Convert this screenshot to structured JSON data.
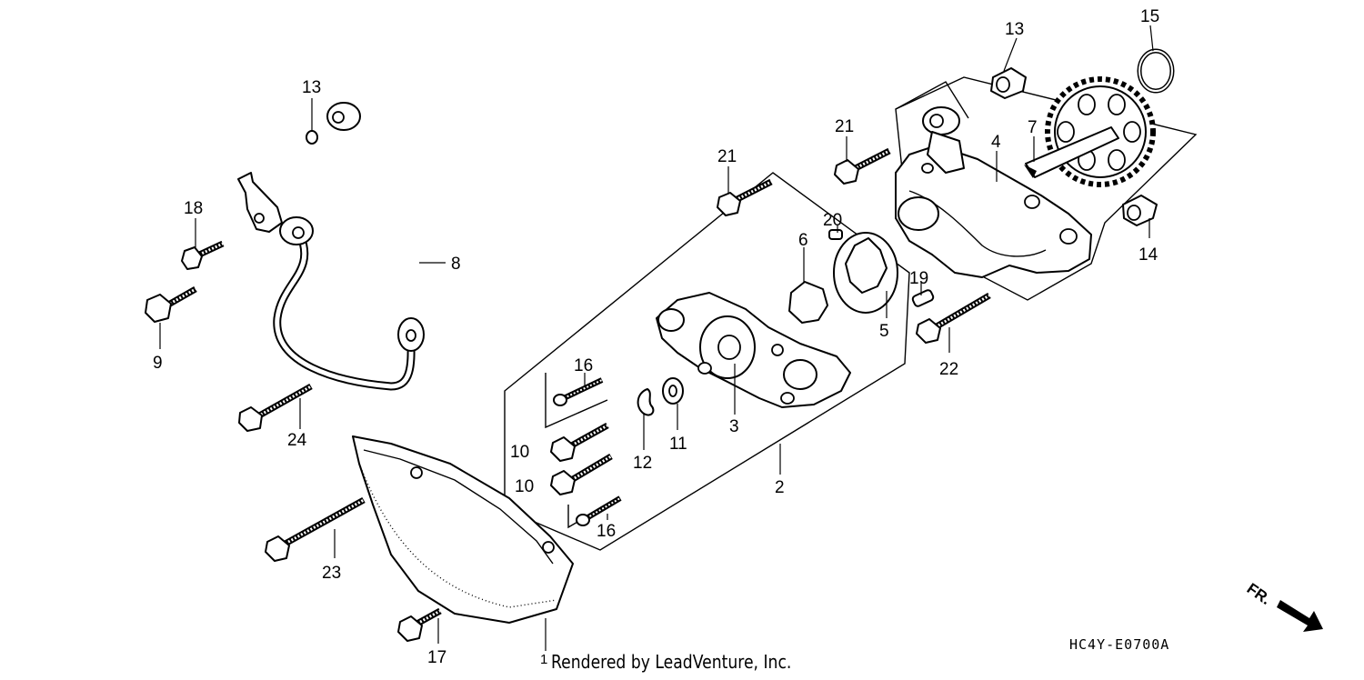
{
  "callouts": [
    {
      "id": "1",
      "label": "1"
    },
    {
      "id": "2",
      "label": "2"
    },
    {
      "id": "3",
      "label": "3"
    },
    {
      "id": "4",
      "label": "4"
    },
    {
      "id": "5",
      "label": "5"
    },
    {
      "id": "6",
      "label": "6"
    },
    {
      "id": "7",
      "label": "7"
    },
    {
      "id": "8",
      "label": "8"
    },
    {
      "id": "9",
      "label": "9"
    },
    {
      "id": "10a",
      "label": "10"
    },
    {
      "id": "10b",
      "label": "10"
    },
    {
      "id": "11",
      "label": "11"
    },
    {
      "id": "12",
      "label": "12"
    },
    {
      "id": "13a",
      "label": "13"
    },
    {
      "id": "13b",
      "label": "13"
    },
    {
      "id": "14",
      "label": "14"
    },
    {
      "id": "15",
      "label": "15"
    },
    {
      "id": "16a",
      "label": "16"
    },
    {
      "id": "16b",
      "label": "16"
    },
    {
      "id": "17",
      "label": "17"
    },
    {
      "id": "18",
      "label": "18"
    },
    {
      "id": "19",
      "label": "19"
    },
    {
      "id": "20",
      "label": "20"
    },
    {
      "id": "21a",
      "label": "21"
    },
    {
      "id": "21b",
      "label": "21"
    },
    {
      "id": "22",
      "label": "22"
    },
    {
      "id": "23",
      "label": "23"
    },
    {
      "id": "24",
      "label": "24"
    }
  ],
  "direction_label": "FR.",
  "diagram_code": "HC4Y-E0700A",
  "credit": "Rendered by LeadVenture, Inc."
}
